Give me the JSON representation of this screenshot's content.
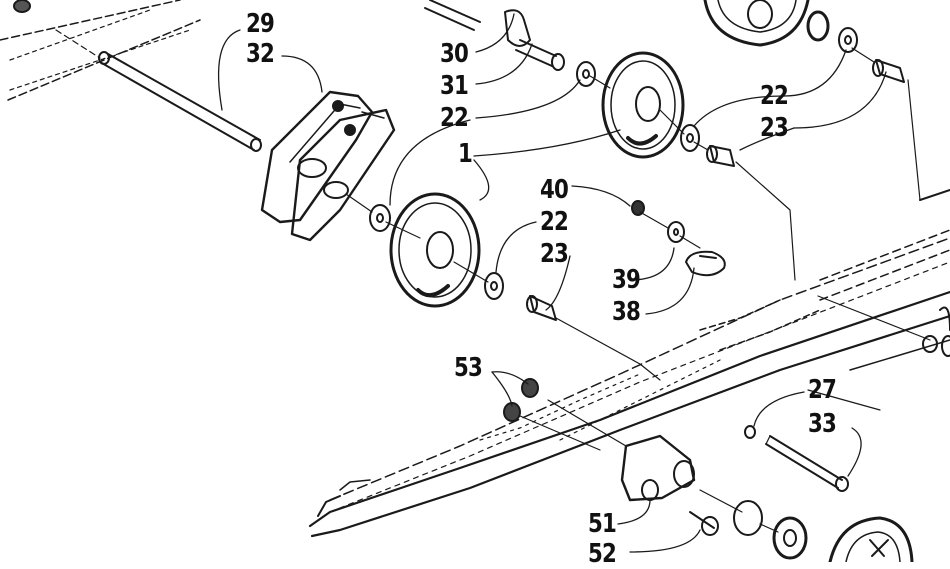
{
  "callouts": {
    "c29": "29",
    "c32": "32",
    "c30": "30",
    "c31": "31",
    "c22a": "22",
    "c1": "1",
    "c22b": "22",
    "c23a": "23",
    "c40": "40",
    "c22c": "22",
    "c23b": "23",
    "c39": "39",
    "c38": "38",
    "c53": "53",
    "c27": "27",
    "c33": "33",
    "c51": "51",
    "c52": "52"
  }
}
